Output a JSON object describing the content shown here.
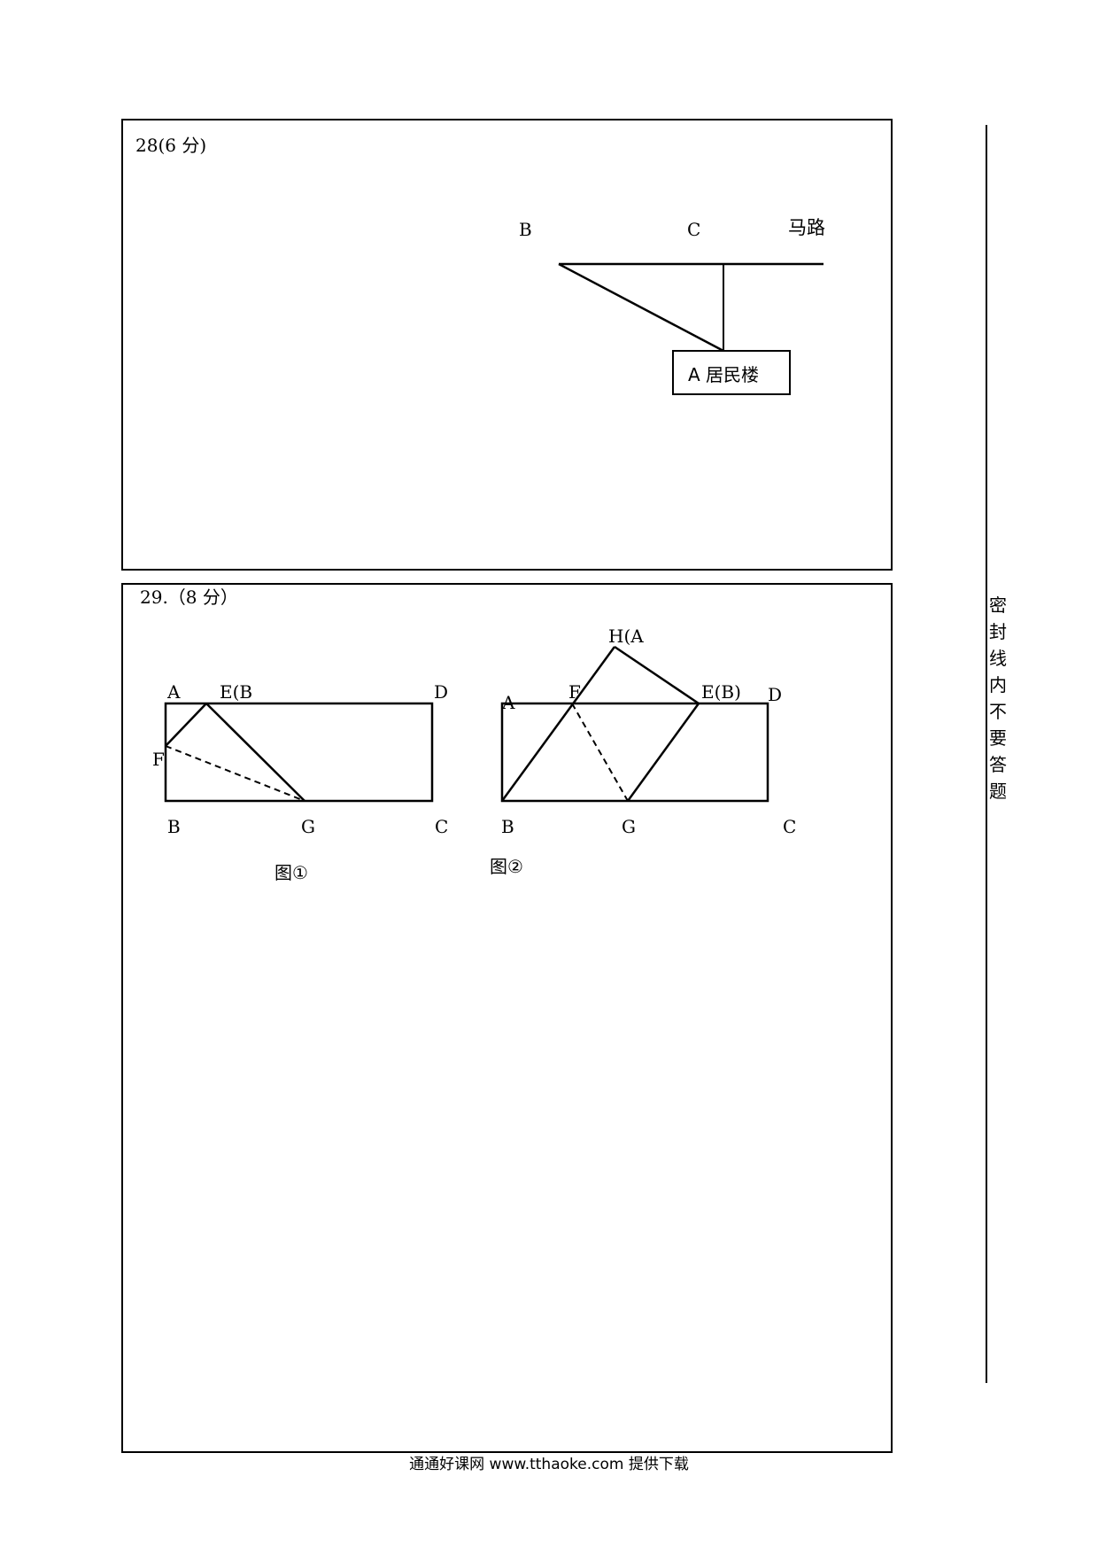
{
  "q28": {
    "title": "28(6 分)",
    "labels": {
      "B": "B",
      "C": "C",
      "road": "马路",
      "building": "A 居民楼"
    }
  },
  "q29": {
    "title": "29.（8 分）",
    "fig1": {
      "A": "A",
      "EB": "E(B",
      "D": "D",
      "F": "F",
      "B": "B",
      "G": "G",
      "C": "C",
      "caption": "图①"
    },
    "fig2": {
      "HA": "H(A",
      "A": "A",
      "F": "F",
      "EB": "E(B)",
      "D": "D",
      "B": "B",
      "G": "G",
      "C": "C",
      "caption": "图②"
    }
  },
  "margin": {
    "seal_chars": [
      "密",
      "封",
      "线",
      "内",
      "不",
      "要",
      "答",
      "题"
    ]
  },
  "footer": {
    "text": "通通好课网 www.tthaoke.com 提供下载"
  }
}
